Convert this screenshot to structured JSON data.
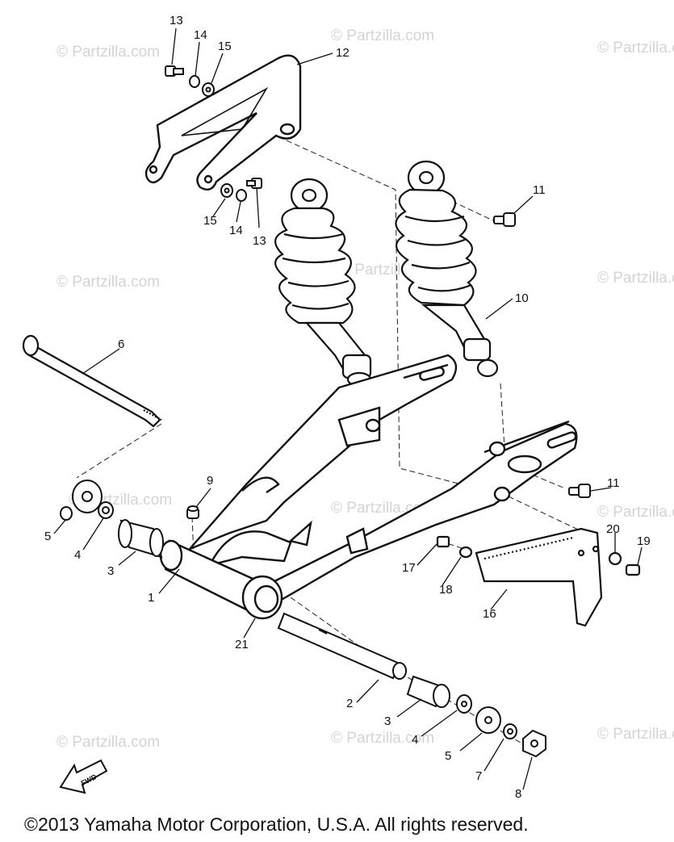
{
  "watermark": {
    "text": "© Partzilla.com",
    "color": "#d4d4d4"
  },
  "callouts": {
    "c13a": "13",
    "c14a": "14",
    "c15a": "15",
    "c12": "12",
    "c15b": "15",
    "c14b": "14",
    "c13b": "13",
    "c11a": "11",
    "c10": "10",
    "c6": "6",
    "c9": "9",
    "c5a": "5",
    "c4a": "4",
    "c3a": "3",
    "c1": "1",
    "c21": "21",
    "c11b": "11",
    "c20": "20",
    "c19": "19",
    "c17": "17",
    "c18": "18",
    "c16": "16",
    "c2": "2",
    "c3b": "3",
    "c4b": "4",
    "c5b": "5",
    "c7": "7",
    "c8": "8"
  },
  "fwd_label": "FWD",
  "copyright": "©2013 Yamaha Motor Corporation, U.S.A. All rights reserved."
}
